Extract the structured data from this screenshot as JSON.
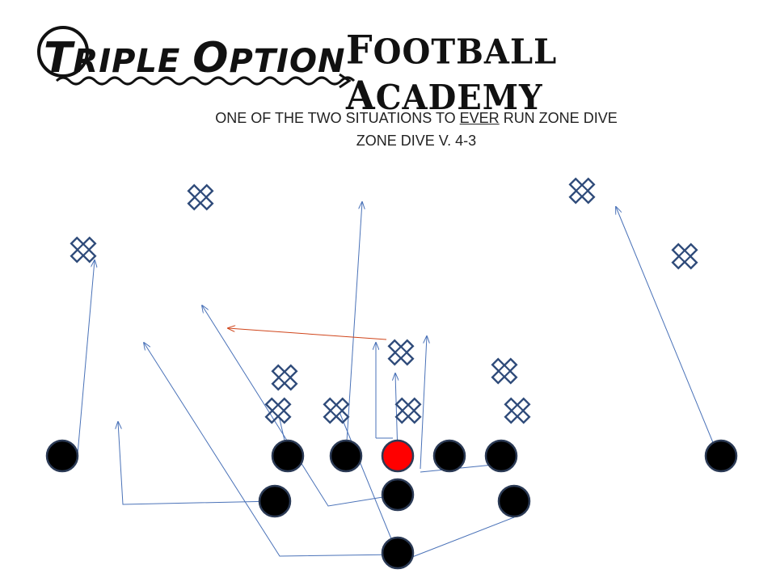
{
  "logo": {
    "left_initial": "T",
    "left_rest": "RIPLE ",
    "left_initial2": "O",
    "left_rest2": "PTION",
    "right_initial": "F",
    "right_rest": "OOTBALL ",
    "right_initial2": "A",
    "right_rest2": "CADEMY"
  },
  "title": {
    "line1_before": "ONE OF THE TWO SITUATIONS TO ",
    "line1_emph": "EVER",
    "line1_after": " RUN ZONE DIVE",
    "line2": "ZONE DIVE V. 4-3"
  },
  "colors": {
    "player": "#000000",
    "player_outline": "#2b3a55",
    "ball": "#ff0000",
    "defender": "#2f4b7a",
    "route": "#4a72b8",
    "motion": "#d0451b"
  }
}
